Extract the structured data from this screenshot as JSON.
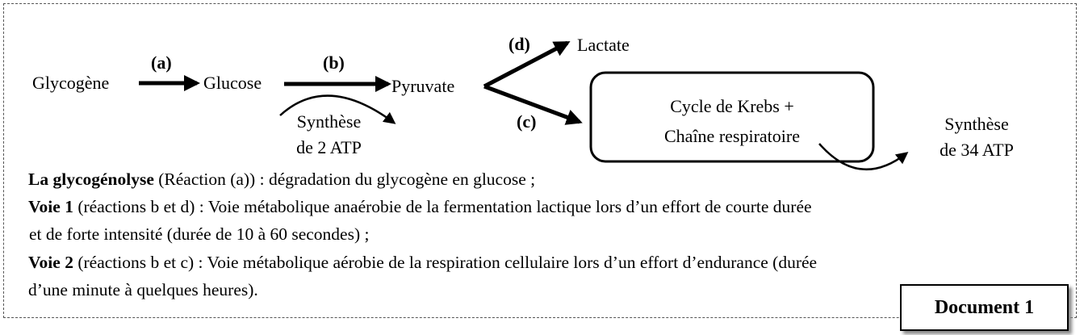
{
  "diagram": {
    "glycogene": "Glycogène",
    "glucose": "Glucose",
    "pyruvate": "Pyruvate",
    "lactate": "Lactate",
    "label_a": "(a)",
    "label_b": "(b)",
    "label_c": "(c)",
    "label_d": "(d)",
    "synthese_2_line1": "Synthèse",
    "synthese_2_line2": "de 2 ATP",
    "krebs_line1": "Cycle de Krebs +",
    "krebs_line2": "Chaîne respiratoire",
    "synthese_34_line1": "Synthèse",
    "synthese_34_line2": "de 34 ATP"
  },
  "text": {
    "line1_bold": "La glycogénolyse",
    "line1_rest": " (Réaction (a)) : dégradation du glycogène en glucose ;",
    "line2_bold": "Voie 1",
    "line2_rest": " (réactions b et d) : Voie métabolique anaérobie de la fermentation lactique lors d’un effort de courte durée",
    "line3": " et de forte intensité (durée de 10 à 60 secondes) ;",
    "line4_bold": "Voie 2",
    "line4_rest": " (réactions b et c) : Voie métabolique aérobie de la respiration cellulaire lors d’un effort d’endurance (durée",
    "line5": "d’une minute à quelques heures)."
  },
  "document_label": "Document 1"
}
